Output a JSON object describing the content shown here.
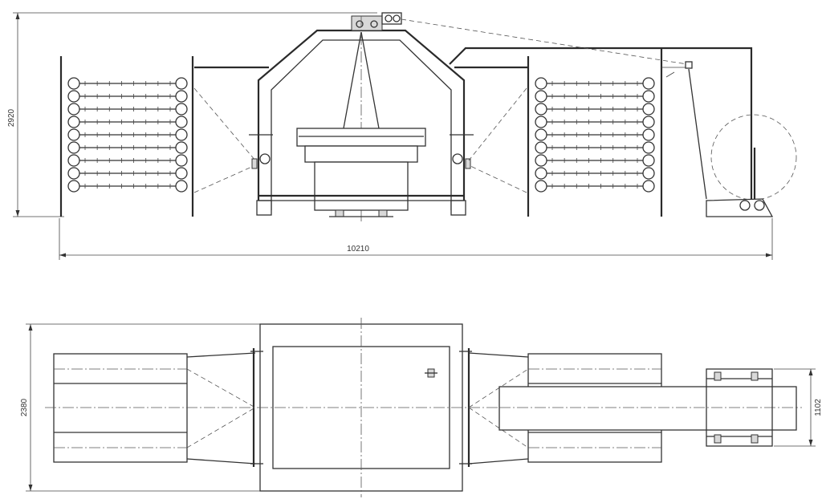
{
  "dimensions": {
    "height": "2920",
    "length": "10210",
    "width": "2380",
    "tube_width": "1102"
  }
}
